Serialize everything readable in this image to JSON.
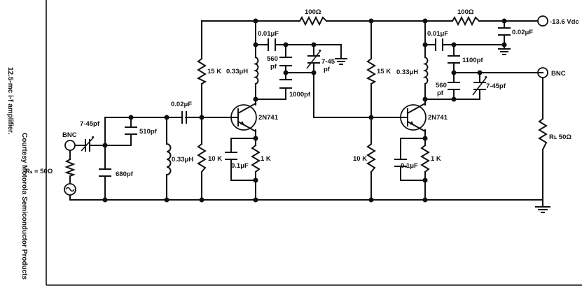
{
  "caption": {
    "title": "12.5-mc i-f amplifier.",
    "credit": "Courtesy Motorola Semiconductor Products"
  },
  "labels": {
    "bnc_in": "BNC",
    "bnc_out": "BNC",
    "rs": "Rₛ = 50Ω",
    "c_trim_in": "7-45pf",
    "c_510": "510pf",
    "c_680": "680pf",
    "l_in": "0.33μH",
    "c_coupling_in": "0.02μF",
    "r_15k_1": "15 K",
    "r_10k_1": "10 K",
    "c_emit_1": "0.1μF",
    "r_1k_1": "1 K",
    "q1": "2N741",
    "l_coll_1": "0.33μH",
    "c_bypass_1": "0.01μF",
    "c_560_1a": "560",
    "c_560_1b": "pf",
    "c_trim_1a": "7-45",
    "c_trim_1b": "pf",
    "c_1000": "1000pf",
    "r_100_1": "100Ω",
    "r_15k_2": "15 K",
    "r_10k_2": "10 K",
    "q2": "2N741",
    "c_emit_2": "0.1μF",
    "r_1k_2": "1 K",
    "l_coll_2": "0.33μH",
    "c_bypass_2": "0.01μF",
    "c_1100": "1100pf",
    "c_560_2a": "560",
    "c_560_2b": "pf",
    "c_trim_2": "7-45pf",
    "r_100_2": "100Ω",
    "c_supply": "0.02μF",
    "supply": "-13.6 Vdc",
    "rl": "Rʟ  50Ω"
  }
}
